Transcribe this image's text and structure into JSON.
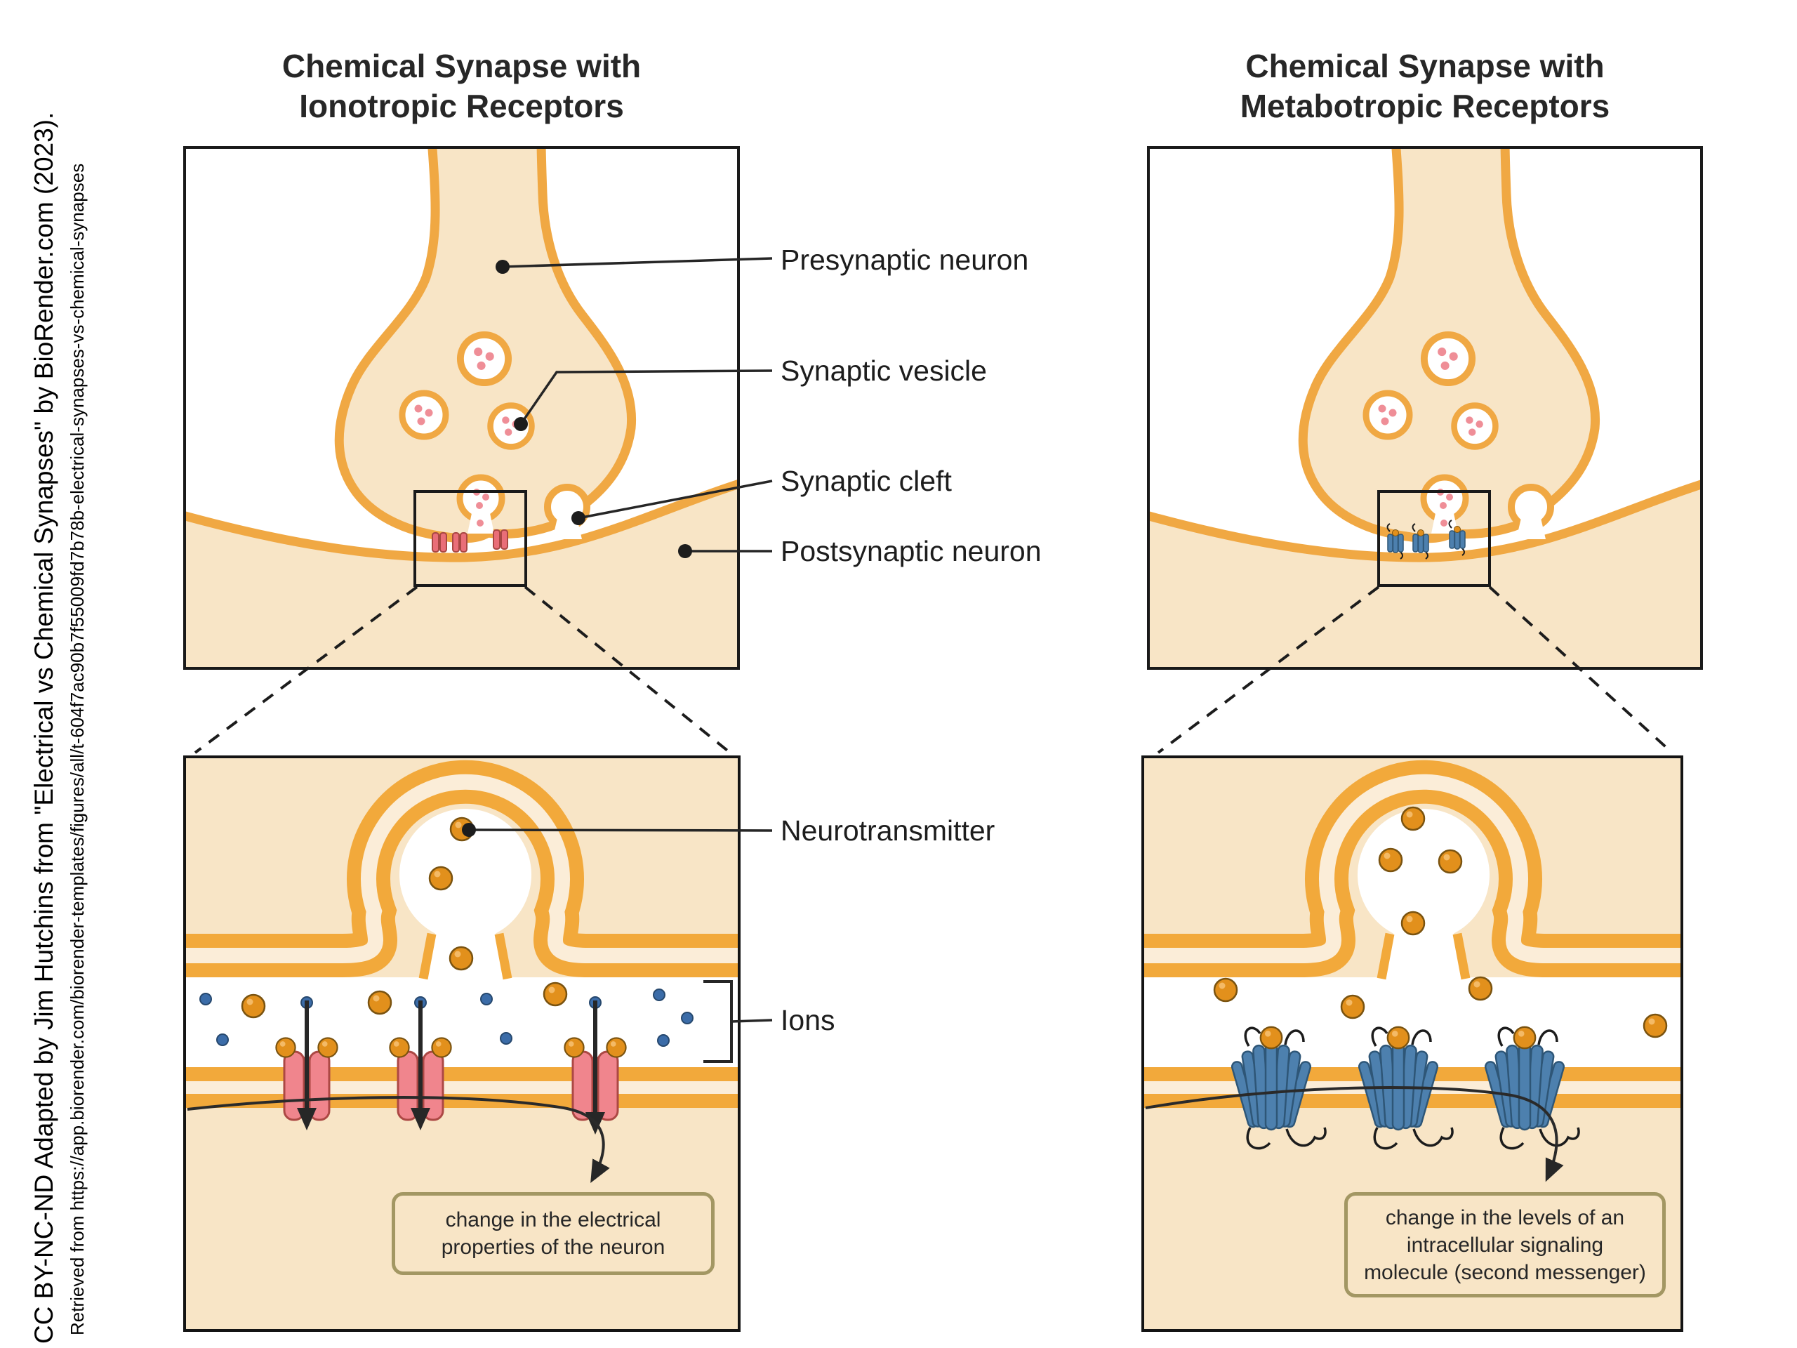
{
  "credits": {
    "license": "CC BY-NC-ND Adapted by Jim Hutchins from \"Electrical vs Chemical Synapses\" by BioRender.com (2023).",
    "source": "Retrieved from https://app.biorender.com/biorender-templates/figures/all/t-604f7ac90b7f55009fd7b78b-electrical-synapses-vs-chemical-synapses"
  },
  "ionotropic_panel": {
    "title_line1": "Chemical Synapse with",
    "title_line2": "Ionotropic Receptors",
    "outcome_line1": "change in the electrical",
    "outcome_line2": "properties of the neuron"
  },
  "metabotropic_panel": {
    "title_line1": "Chemical Synapse with",
    "title_line2": "Metabotropic Receptors",
    "outcome_line1": "change in the levels of an",
    "outcome_line2": "intracellular signaling",
    "outcome_line3": "molecule (second messenger)"
  },
  "labels": {
    "presynaptic_neuron": "Presynaptic neuron",
    "synaptic_vesicle": "Synaptic vesicle",
    "synaptic_cleft": "Synaptic cleft",
    "postsynaptic_neuron": "Postsynaptic neuron",
    "neurotransmitter": "Neurotransmitter",
    "ions": "Ions"
  },
  "colors": {
    "membrane_orange": "#F0A843",
    "cytoplasm_cream": "#F8E5C6",
    "membrane_gap_cream": "#FBEDD8",
    "neurotransmitter_orange": "#E2901C",
    "ion_blue": "#3B6CA8",
    "ionotropic_receptor_pink": "#F0858D",
    "metabotropic_receptor_blue": "#4D80AE",
    "vesicle_cargo_pink": "#EF8E97",
    "outcome_box_border": "#A39763",
    "text_dark": "#212121"
  }
}
